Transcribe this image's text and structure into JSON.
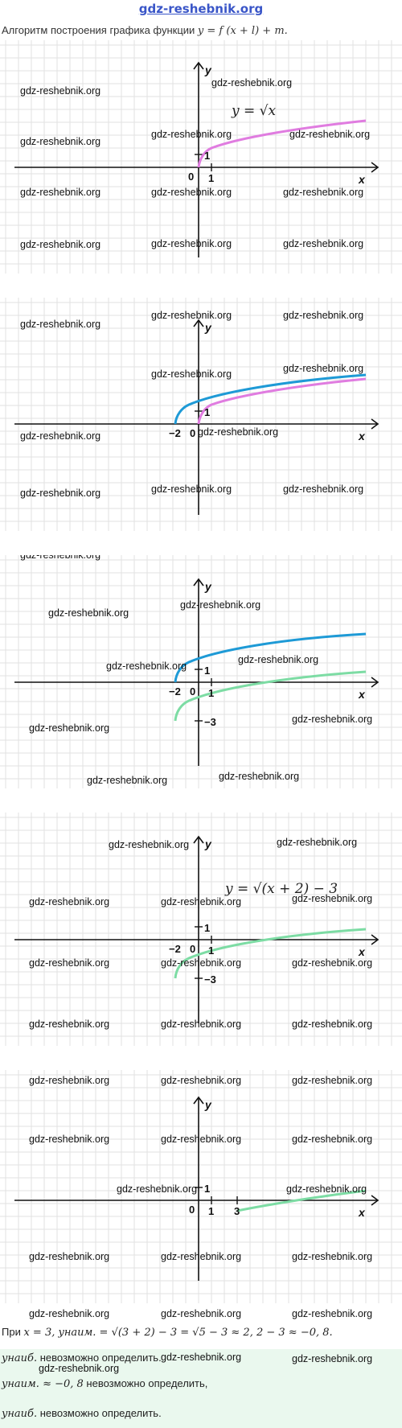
{
  "site_title": "gdz-reshebnik.org",
  "header": {
    "text": "Алгоритм построения графика функции ",
    "formula": "y = f (x + l) + m."
  },
  "watermark": "gdz-reshebnik.org",
  "axis": {
    "x": "x",
    "y": "y"
  },
  "panels": [
    {
      "formula": "y = √x",
      "labels": {
        "zero": "0",
        "one_x": "1",
        "one_y": "1"
      }
    },
    {
      "labels": {
        "minus_two": "−2",
        "zero": "0",
        "one_y": "1"
      }
    },
    {
      "labels": {
        "minus_two": "−2",
        "zero": "0",
        "one_x": "1",
        "one_y": "1",
        "minus_three": "−3"
      }
    },
    {
      "formula": "y = √(x + 2) − 3",
      "labels": {
        "minus_two": "−2",
        "zero": "0",
        "one_x": "1",
        "one_y": "1",
        "minus_three": "−3"
      }
    },
    {
      "labels": {
        "zero": "0",
        "one_x": "1",
        "one_y": "1",
        "three": "3"
      }
    }
  ],
  "colors": {
    "pink": "#e07ce0",
    "blue": "#1e9ad6",
    "green": "#7ddca4",
    "grid": "#e2e2e2",
    "band": "#eaf8ee"
  },
  "footer": {
    "line1_prefix": "При ",
    "line1_math": "x = 3, yнаим. = √(3 + 2) − 3 = √5 − 3 ≈ 2, 2 − 3 ≈ −0, 8.",
    "line2_math": "yнаиб.",
    "line2_text": " невозможно определить.",
    "line3_math": "yнаим. ≈ −0, 8",
    "line3_text": " невозможно определить,",
    "line4_math": "yнаиб.",
    "line4_text": " невозможно определить."
  }
}
